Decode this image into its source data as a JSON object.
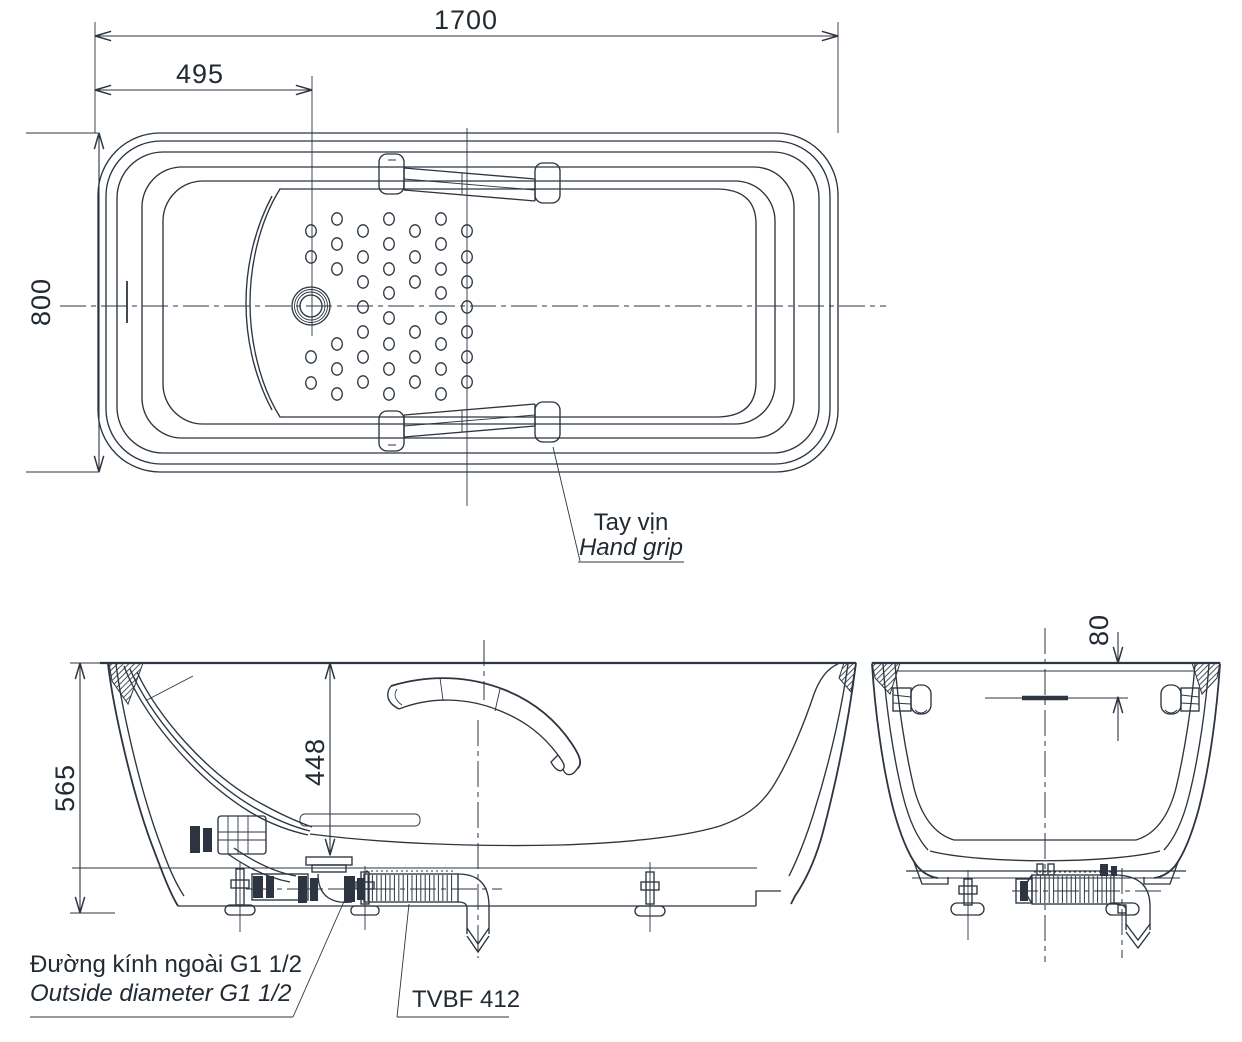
{
  "colors": {
    "line": "#2c3540",
    "text": "#222a33",
    "background": "#ffffff"
  },
  "dimensions": {
    "overall_length": "1700",
    "drain_center_offset": "495",
    "overall_width": "800",
    "overall_height": "565",
    "rim_to_drain_height": "448",
    "rim_to_overflow": "80"
  },
  "labels": {
    "hand_grip": {
      "vi": "Tay vịn",
      "en": "Hand grip"
    },
    "outside_diameter": {
      "vi": "Đường kính ngoài G1 1/2",
      "en": "Outside diameter G1 1/2"
    },
    "model": "TVBF 412"
  }
}
